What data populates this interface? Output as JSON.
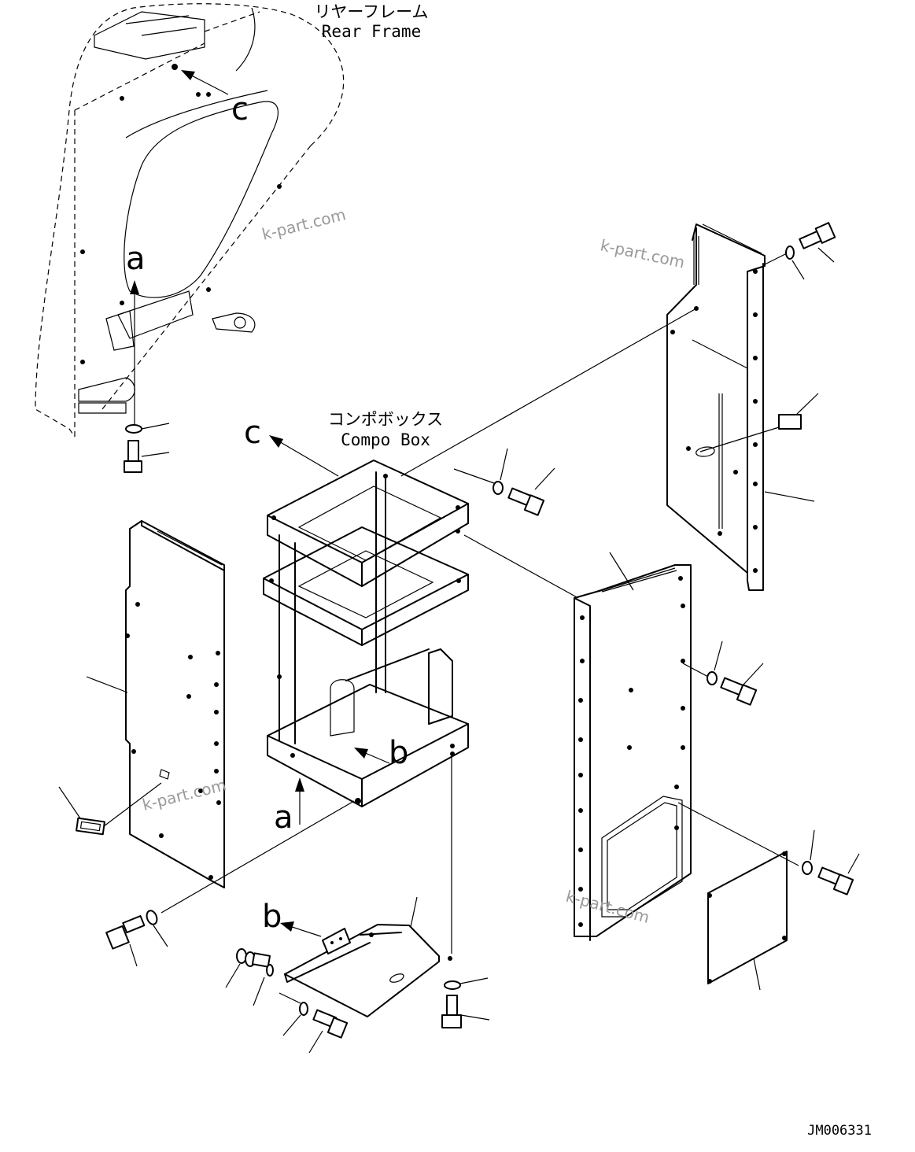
{
  "labels": {
    "rear_frame_jp": "リヤーフレーム",
    "rear_frame_en": "Rear Frame",
    "compo_box_jp": "コンポボックス",
    "compo_box_en": "Compo Box",
    "ref_a": "a",
    "ref_b": "b",
    "ref_c": "c",
    "drawing_code": "JM006331"
  },
  "watermark": "k-part.com"
}
